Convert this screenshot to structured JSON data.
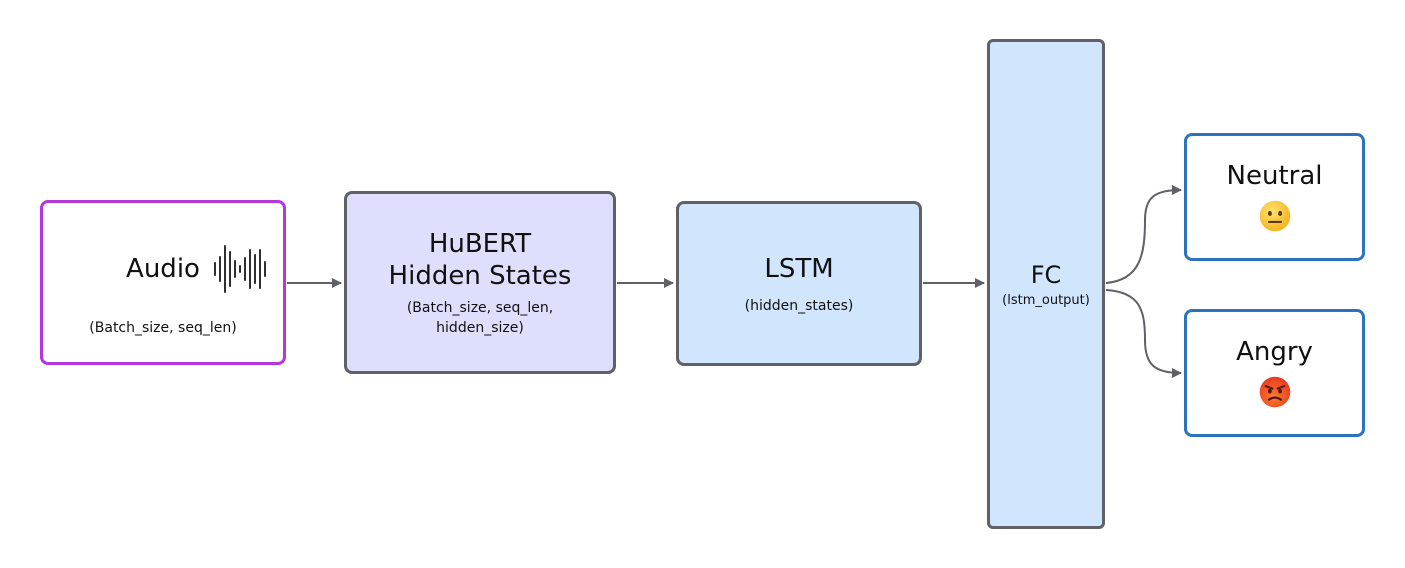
{
  "colors": {
    "audio_border": "#b536d9",
    "hubert_fill": "#dedffd",
    "blue_fill": "#d1e5fd",
    "box_border": "#5f6166",
    "output_border": "#2b74bd",
    "arrow": "#5f6166"
  },
  "nodes": {
    "audio": {
      "title": "Audio",
      "shape": "(Batch_size, seq_len)",
      "icon": "waveform-icon"
    },
    "hubert": {
      "title": "HuBERT\nHidden States",
      "shape": "(Batch_size, seq_len,\nhidden_size)"
    },
    "lstm": {
      "title": "LSTM",
      "shape": "(hidden_states)"
    },
    "fc": {
      "title": "FC",
      "shape": "(lstm_output)"
    },
    "neutral": {
      "title": "Neutral",
      "icon": "neutral-face-icon"
    },
    "angry": {
      "title": "Angry",
      "icon": "angry-face-icon"
    }
  }
}
